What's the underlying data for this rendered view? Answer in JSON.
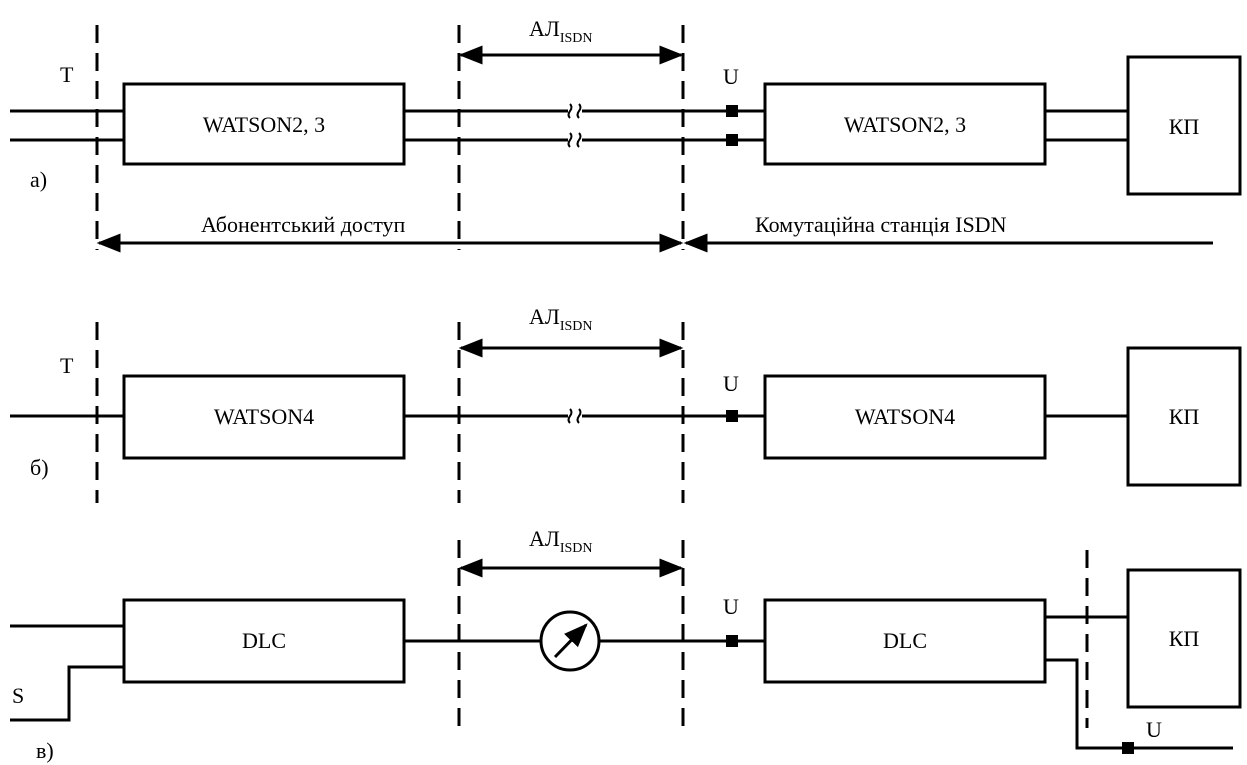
{
  "panel_a": {
    "tag": "а)",
    "T": "T",
    "U": "U",
    "box_left": "WATSON2, 3",
    "box_right": "WATSON2, 3",
    "kp": "КП",
    "line_label_main": "АЛ",
    "line_label_sub": "ISDN",
    "access_label": "Абонентський доступ",
    "station_label": "Комутаційна станція ISDN"
  },
  "panel_b": {
    "tag": "б)",
    "T": "T",
    "U": "U",
    "box_left": "WATSON4",
    "box_right": "WATSON4",
    "kp": "КП",
    "line_label_main": "АЛ",
    "line_label_sub": "ISDN"
  },
  "panel_c": {
    "tag": "в)",
    "S": "S",
    "U_mid": "U",
    "U_bottom": "U",
    "box_left": "DLC",
    "box_right": "DLC",
    "kp": "КП",
    "line_label_main": "АЛ",
    "line_label_sub": "ISDN"
  }
}
